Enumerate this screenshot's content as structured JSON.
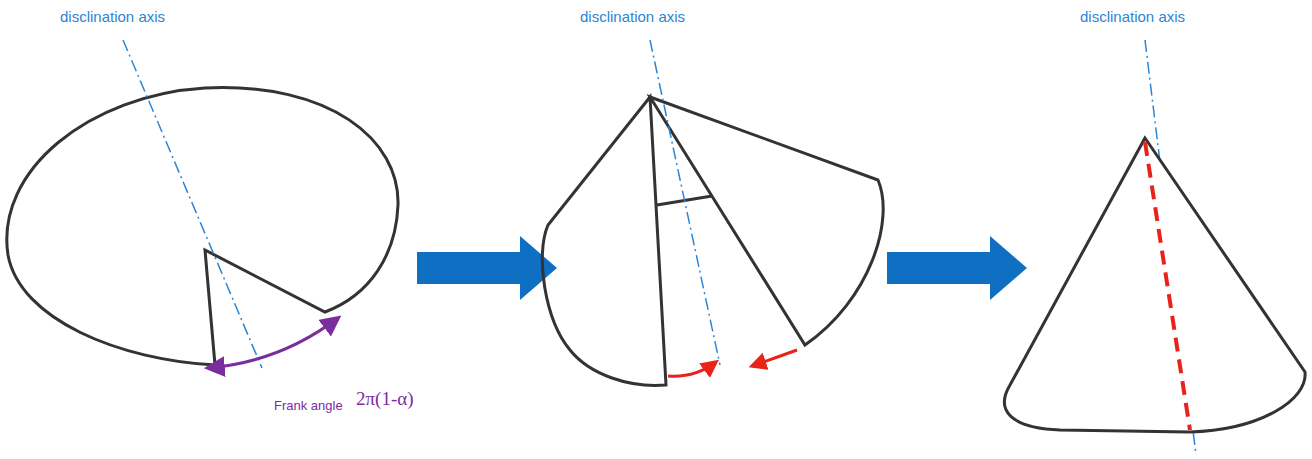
{
  "diagram": {
    "labels": [
      "disclination axis",
      "disclination axis",
      "disclination axis",
      "Frank angle",
      "2π(1-α)"
    ]
  }
}
